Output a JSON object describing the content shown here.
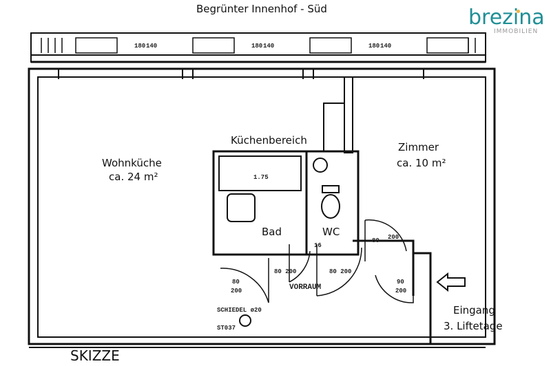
{
  "header": {
    "title": "Begrünter Innenhof - Süd"
  },
  "logo": {
    "brand": "brezina",
    "sub": "IMMOBILIEN",
    "color": "#1f8f95",
    "dot_color": "#f3b33d"
  },
  "rooms": {
    "kitchen_area": "Küchenbereich",
    "living_name": "Wohnküche",
    "living_area": "ca. 24 m²",
    "room_name": "Zimmer",
    "room_area": "ca. 10 m²",
    "bath": "Bad",
    "wc": "WC",
    "hall": "VORRAUM"
  },
  "entrance": {
    "label": "Eingang",
    "floor": "3. Liftetage"
  },
  "footer": {
    "sketch": "SKIZZE"
  },
  "annotations": {
    "tub_length": "1.75",
    "door_living_w": "80",
    "door_living_h": "200",
    "door_bath": "80 200",
    "door_wc": "80 200",
    "door_room_w": "80",
    "door_room_h": "200",
    "door_entry_w": "90",
    "door_entry_h": "200",
    "chimney": "SCHIEDEL ø20",
    "chimney_code": "ST037",
    "wall_small": "16",
    "window_dims": [
      "180",
      "140",
      "180",
      "140",
      "180",
      "140"
    ]
  }
}
